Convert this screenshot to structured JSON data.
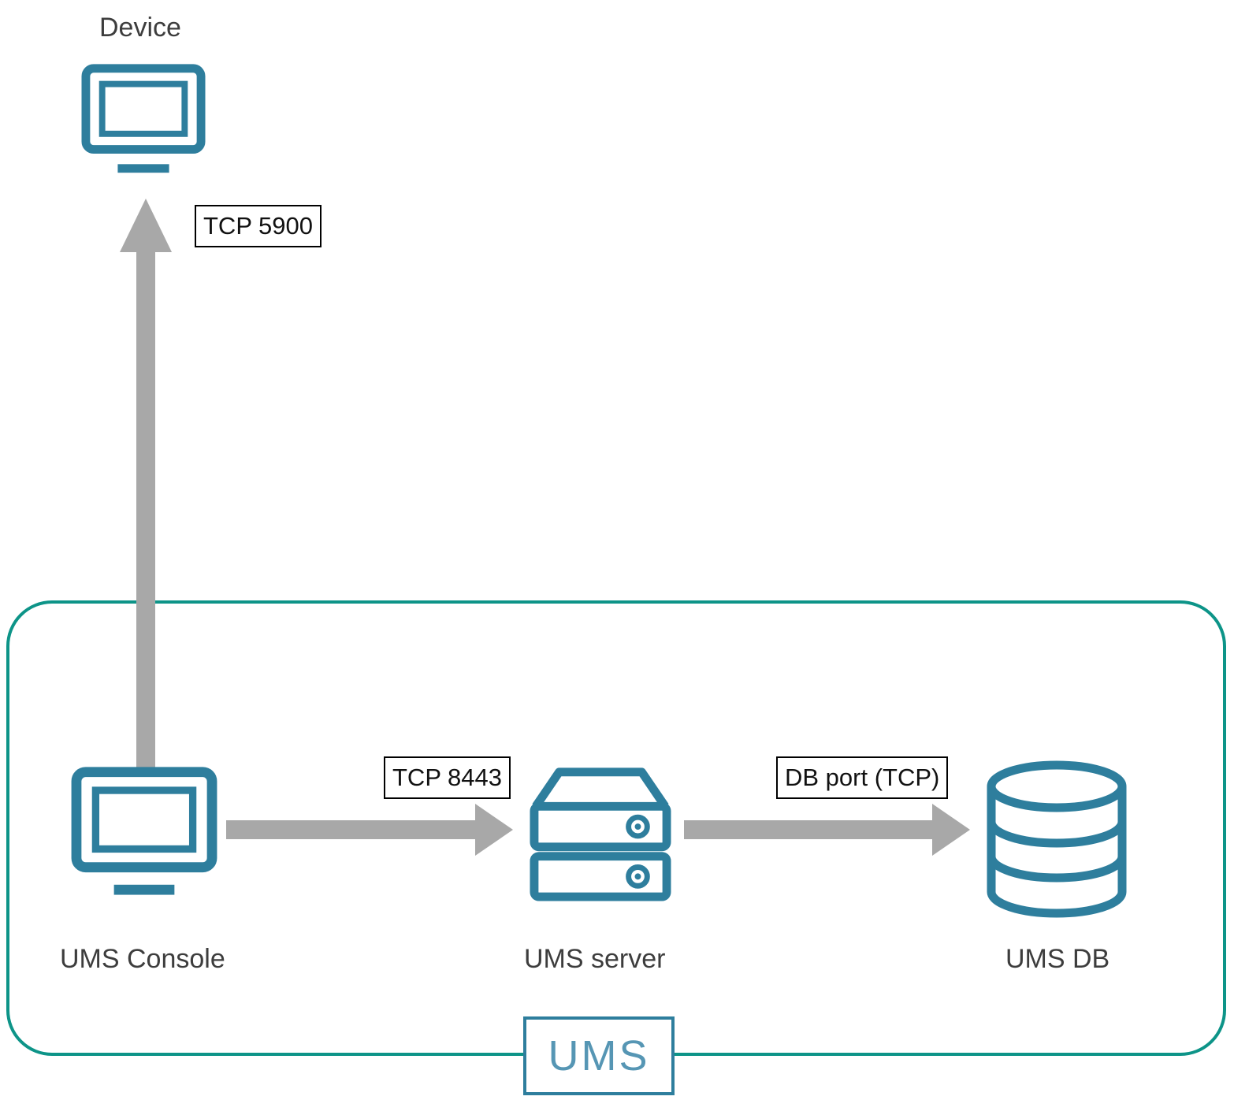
{
  "diagram": {
    "type": "architecture-diagram",
    "colors": {
      "icon": "#2E7E9D",
      "arrow": "#A8A8A8",
      "boundary": "#0D9488",
      "label_text": "#3D3D3D",
      "port_text": "#111111",
      "port_border": "#000000",
      "ums_text": "#5696B4"
    },
    "nodes": {
      "device": {
        "label": "Device",
        "icon": "monitor-icon"
      },
      "ums_console": {
        "label": "UMS Console",
        "icon": "monitor-icon"
      },
      "ums_server": {
        "label": "UMS server",
        "icon": "server-icon"
      },
      "ums_db": {
        "label": "UMS DB",
        "icon": "database-icon"
      }
    },
    "connections": [
      {
        "from": "UMS Console",
        "to": "Device",
        "label": "TCP 5900",
        "direction": "up"
      },
      {
        "from": "UMS Console",
        "to": "UMS server",
        "label": "TCP 8443",
        "direction": "right"
      },
      {
        "from": "UMS server",
        "to": "UMS DB",
        "label": "DB port (TCP)",
        "direction": "right"
      }
    ],
    "boundary": {
      "label": "UMS"
    }
  }
}
